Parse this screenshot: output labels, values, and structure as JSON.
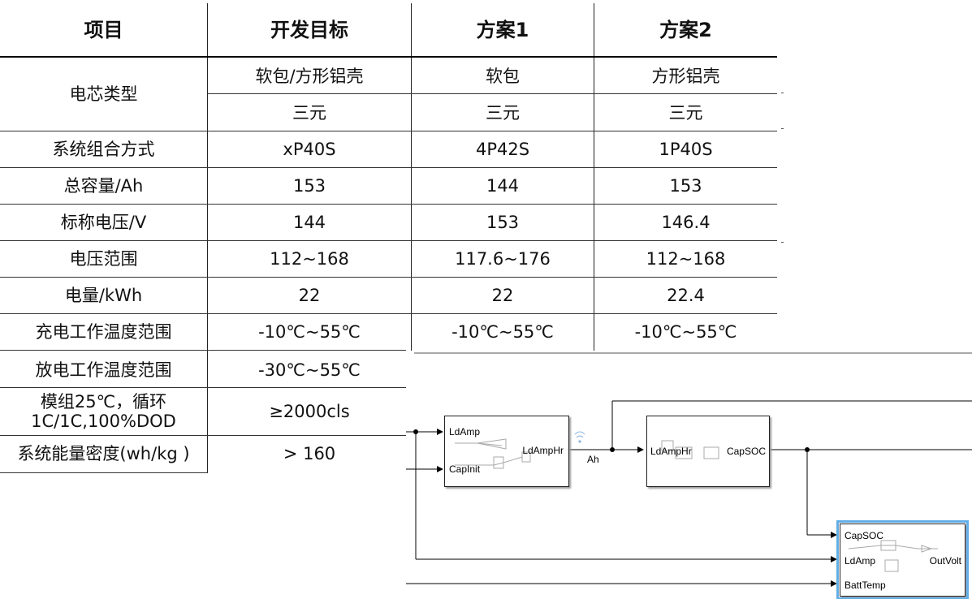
{
  "table": {
    "headers": [
      "项目",
      "开发目标",
      "方案1",
      "方案2"
    ],
    "cell_type": {
      "label": "电芯类型",
      "rows": [
        [
          "软包/方形铝壳",
          "软包",
          "方形铝壳"
        ],
        [
          "三元",
          "三元",
          "三元"
        ]
      ]
    },
    "rows": [
      {
        "label": "系统组合方式",
        "values": [
          "xP40S",
          "4P42S",
          "1P40S"
        ]
      },
      {
        "label": "总容量/Ah",
        "values": [
          "153",
          "144",
          "153"
        ]
      },
      {
        "label": "标称电压/V",
        "values": [
          "144",
          "153",
          "146.4"
        ]
      },
      {
        "label": "电压范围",
        "values": [
          "112~168",
          "117.6~176",
          "112~168"
        ]
      },
      {
        "label": "电量/kWh",
        "values": [
          "22",
          "22",
          "22.4"
        ]
      },
      {
        "label": "充电工作温度范围",
        "values": [
          "-10℃~55℃",
          "-10℃~55℃",
          "-10℃~55℃"
        ]
      },
      {
        "label": "放电工作温度范围",
        "values": [
          "-30℃~55℃"
        ]
      },
      {
        "label_line1": "模组25℃，循环",
        "label_line2": "1C/1C,100%DOD",
        "values": [
          "≥2000cls"
        ]
      },
      {
        "label": "系统能量密度(wh/kg )",
        "values": [
          "> 160"
        ]
      }
    ]
  },
  "diagram": {
    "block1": {
      "inputs": [
        "LdAmp",
        "CapInit"
      ],
      "output": "LdAmpHr"
    },
    "signal_label": "Ah",
    "block2": {
      "input": "LdAmpHr",
      "output": "CapSOC"
    },
    "block3": {
      "inputs": [
        "CapSOC",
        "LdAmp",
        "BattTemp"
      ],
      "output": "OutVolt"
    }
  }
}
